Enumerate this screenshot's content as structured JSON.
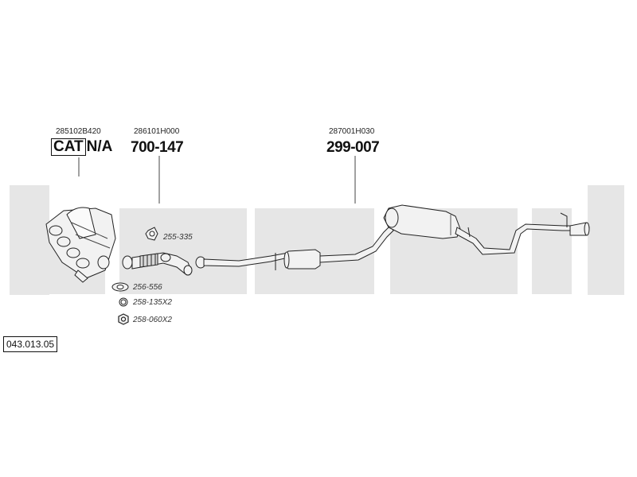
{
  "watermark": {
    "color": "#e6e6e6"
  },
  "labels": {
    "oem_manifold": "285102B420",
    "oem_front_pipe": "286101H000",
    "oem_rear": "287001H030",
    "cat_word": "CAT",
    "cat_value": "N/A",
    "part_front_pipe": "700-147",
    "part_rear": "299-007",
    "small_1": "255-335",
    "small_2": "256-556",
    "small_3": "258-135X2",
    "small_4": "258-060X2",
    "diagram_ref": "043.013.05"
  }
}
